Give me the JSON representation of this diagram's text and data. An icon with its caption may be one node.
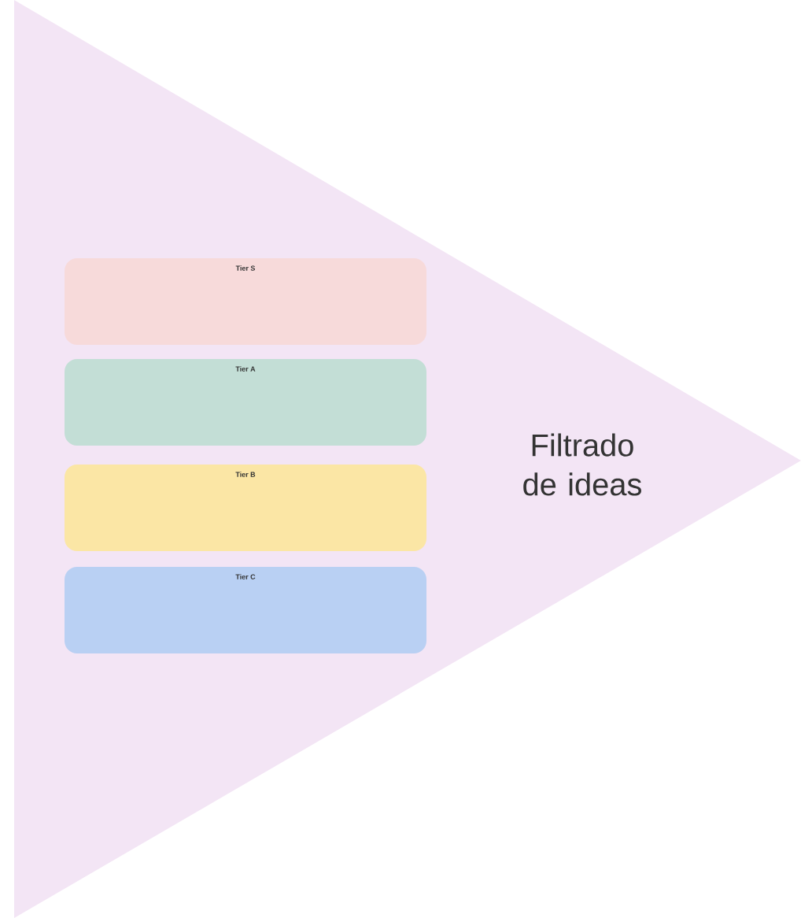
{
  "diagram": {
    "nodes": [
      {
        "text": [
          "Filtrado de ideas"
        ]
      },
      {
        "text": [
          "Tier S"
        ],
        "in": 0
      },
      {
        "text": [
          "Tier A"
        ],
        "in": 0
      },
      {
        "text": [
          "Tier B"
        ],
        "in": 0
      },
      {
        "text": [
          "Tier C"
        ],
        "in": 0
      }
    ]
  }
}
